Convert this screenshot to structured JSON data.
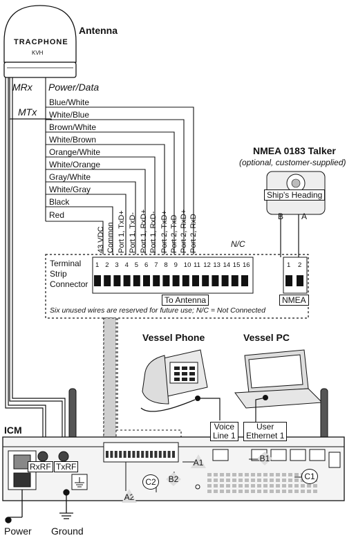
{
  "antenna": {
    "title": "Antenna",
    "brand": "TRACPHONE",
    "maker": "KVH",
    "cables": {
      "mrx": "MRx",
      "mtx": "MTx",
      "power_data": "Power/Data"
    }
  },
  "wire_colors": [
    "Blue/White",
    "White/Blue",
    "Brown/White",
    "White/Brown",
    "Orange/White",
    "White/Orange",
    "Gray/White",
    "White/Gray",
    "Black",
    "Red"
  ],
  "terminal": {
    "label_lines": [
      "Terminal",
      "Strip",
      "Connector"
    ],
    "pin_labels": [
      "43 VDC",
      "Common",
      "Port 1, TxD+",
      "Port 1, TxD-",
      "Port 1, RxD+",
      "Port 1, RxD-",
      "Port 2, TxD+",
      "Port 2, TxD-",
      "Port 2, RxD+",
      "Port 2, RxD-"
    ],
    "pin_numbers": [
      "1",
      "2",
      "3",
      "4",
      "5",
      "6",
      "7",
      "8",
      "9",
      "10",
      "11",
      "12",
      "13",
      "14",
      "15",
      "16"
    ],
    "nc_label": "N/C",
    "to_antenna": "To Antenna",
    "note": "Six unused wires are reserved for future use; N/C = Not Connected",
    "nmea_label": "NMEA",
    "nmea_pins": [
      "1",
      "2"
    ]
  },
  "nmea": {
    "title": "NMEA 0183 Talker",
    "subtitle": "(optional, customer-supplied)",
    "heading_label": "Ship's Heading",
    "wire_b": "B",
    "wire_a": "A"
  },
  "vessel_phone": {
    "title": "Vessel Phone",
    "port_label_lines": [
      "Voice",
      "Line 1"
    ]
  },
  "vessel_pc": {
    "title": "Vessel PC",
    "port_label_lines": [
      "User",
      "Ethernet 1"
    ]
  },
  "icm": {
    "title": "ICM",
    "rxrf": "RxRF",
    "txrf": "TxRF",
    "callouts": [
      "A1",
      "A2",
      "B1",
      "B2",
      "C1",
      "C2"
    ]
  },
  "bottom": {
    "power": "Power",
    "ground": "Ground"
  }
}
